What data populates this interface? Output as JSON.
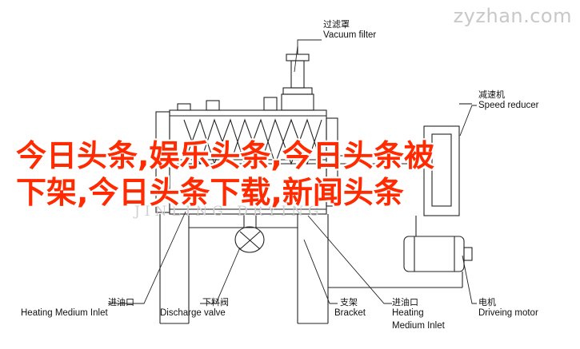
{
  "watermark": "zyzhan.com",
  "ghost_watermark": "JINLING DRYING",
  "labels": {
    "vacuum_filter": {
      "cn": "过滤罩",
      "en": "Vacuum filter"
    },
    "speed_reducer": {
      "cn": "减速机",
      "en": "Speed reducer"
    },
    "heating_inlet_left": {
      "cn": "进油口",
      "en": "Heating Medium Inlet"
    },
    "discharge_valve": {
      "cn": "下料阀",
      "en": "Discharge valve"
    },
    "bracket": {
      "cn": "支架",
      "en": "Bracket"
    },
    "heating_inlet_right": {
      "cn": "进油口",
      "en1": "Heating",
      "en2": "Medium Inlet"
    },
    "driving_motor": {
      "cn": "电机",
      "en": "Driveing motor"
    }
  },
  "headline": {
    "line1": "今日头条,娱乐头条,今日头条被",
    "line2": "下架,今日头条下载,新闻头条"
  }
}
